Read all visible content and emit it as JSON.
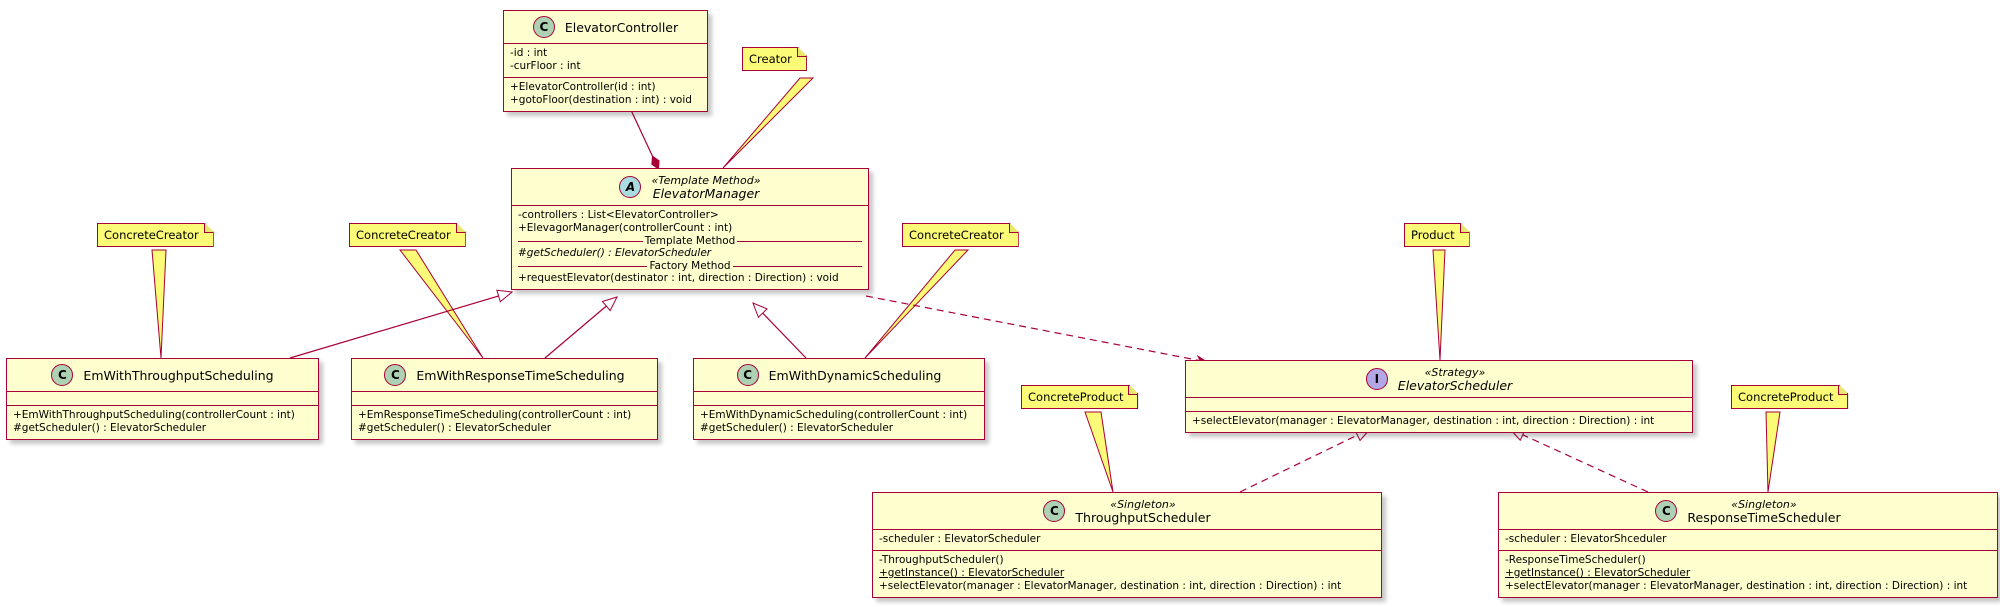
{
  "classes": {
    "elevator_controller": {
      "kind": "C",
      "name": "ElevatorController",
      "stereotype": "",
      "attributes": [
        "-id : int",
        "-curFloor : int"
      ],
      "methods": [
        "+ElevatorController(id : int)",
        "+gotoFloor(destination : int) : void"
      ]
    },
    "elevator_manager": {
      "kind": "A",
      "name": "ElevatorManager",
      "stereotype": "«Template Method»",
      "attributes": [
        "-controllers : List<ElevatorController>",
        "+ElevagorManager(controllerCount : int)"
      ],
      "separator_template": "Template Method",
      "template_method": "#getScheduler() :  ElevatorScheduler",
      "separator_factory": "Factory Method",
      "factory_method": "+requestElevator(destinator : int, direction : Direction) : void"
    },
    "em_throughput": {
      "kind": "C",
      "name": "EmWithThroughputScheduling",
      "stereotype": "",
      "methods": [
        "+EmWithThroughputScheduling(controllerCount : int)",
        "#getScheduler() : ElevatorScheduler"
      ]
    },
    "em_response_time": {
      "kind": "C",
      "name": "EmWithResponseTimeScheduling",
      "stereotype": "",
      "methods": [
        "+EmResponseTimeScheduling(controllerCount : int)",
        "#getScheduler() : ElevatorScheduler"
      ]
    },
    "em_dynamic": {
      "kind": "C",
      "name": "EmWithDynamicScheduling",
      "stereotype": "",
      "methods": [
        "+EmWithDynamicScheduling(controllerCount : int)",
        "#getScheduler() : ElevatorScheduler"
      ]
    },
    "elevator_scheduler": {
      "kind": "I",
      "name": "ElevatorScheduler",
      "stereotype": "«Strategy»",
      "methods": [
        "+selectElevator(manager : ElevatorManager, destination : int, direction : Direction) : int"
      ]
    },
    "throughput_scheduler": {
      "kind": "C",
      "name": "ThroughputScheduler",
      "stereotype": "«Singleton»",
      "attributes": [
        "-scheduler : ElevatorScheduler"
      ],
      "methods": [
        "-ThroughputScheduler()",
        "+getInstance() : ElevatorScheduler",
        "+selectElevator(manager : ElevatorManager, destination : int, direction : Direction) : int"
      ]
    },
    "response_time_scheduler": {
      "kind": "C",
      "name": "ResponseTimeScheduler",
      "stereotype": "«Singleton»",
      "attributes": [
        "-scheduler : ElevatorShceduler"
      ],
      "methods": [
        "-ResponseTimeScheduler()",
        "+getInstance() : ElevatorScheduler",
        "+selectElevator(manager : ElevatorManager, destination : int, direction : Direction) : int"
      ]
    }
  },
  "notes": {
    "creator": "Creator",
    "concrete_creator_1": "ConcreteCreator",
    "concrete_creator_2": "ConcreteCreator",
    "concrete_creator_3": "ConcreteCreator",
    "product": "Product",
    "concrete_product_1": "ConcreteProduct",
    "concrete_product_2": "ConcreteProduct"
  },
  "relations": [
    {
      "type": "composition",
      "from": "elevator_controller",
      "to": "elevator_manager"
    },
    {
      "type": "inheritance",
      "from": "em_throughput",
      "to": "elevator_manager"
    },
    {
      "type": "inheritance",
      "from": "em_response_time",
      "to": "elevator_manager"
    },
    {
      "type": "inheritance",
      "from": "em_dynamic",
      "to": "elevator_manager"
    },
    {
      "type": "dependency",
      "from": "elevator_manager",
      "to": "elevator_scheduler"
    },
    {
      "type": "realization",
      "from": "throughput_scheduler",
      "to": "elevator_scheduler"
    },
    {
      "type": "realization",
      "from": "response_time_scheduler",
      "to": "elevator_scheduler"
    }
  ],
  "colors": {
    "class_fill": "#fefece",
    "border": "#a80036",
    "note_fill": "#fbfb77",
    "class_icon": "#add1b2",
    "abstract_icon": "#a9dcdf",
    "interface_icon": "#b4a7e5"
  }
}
